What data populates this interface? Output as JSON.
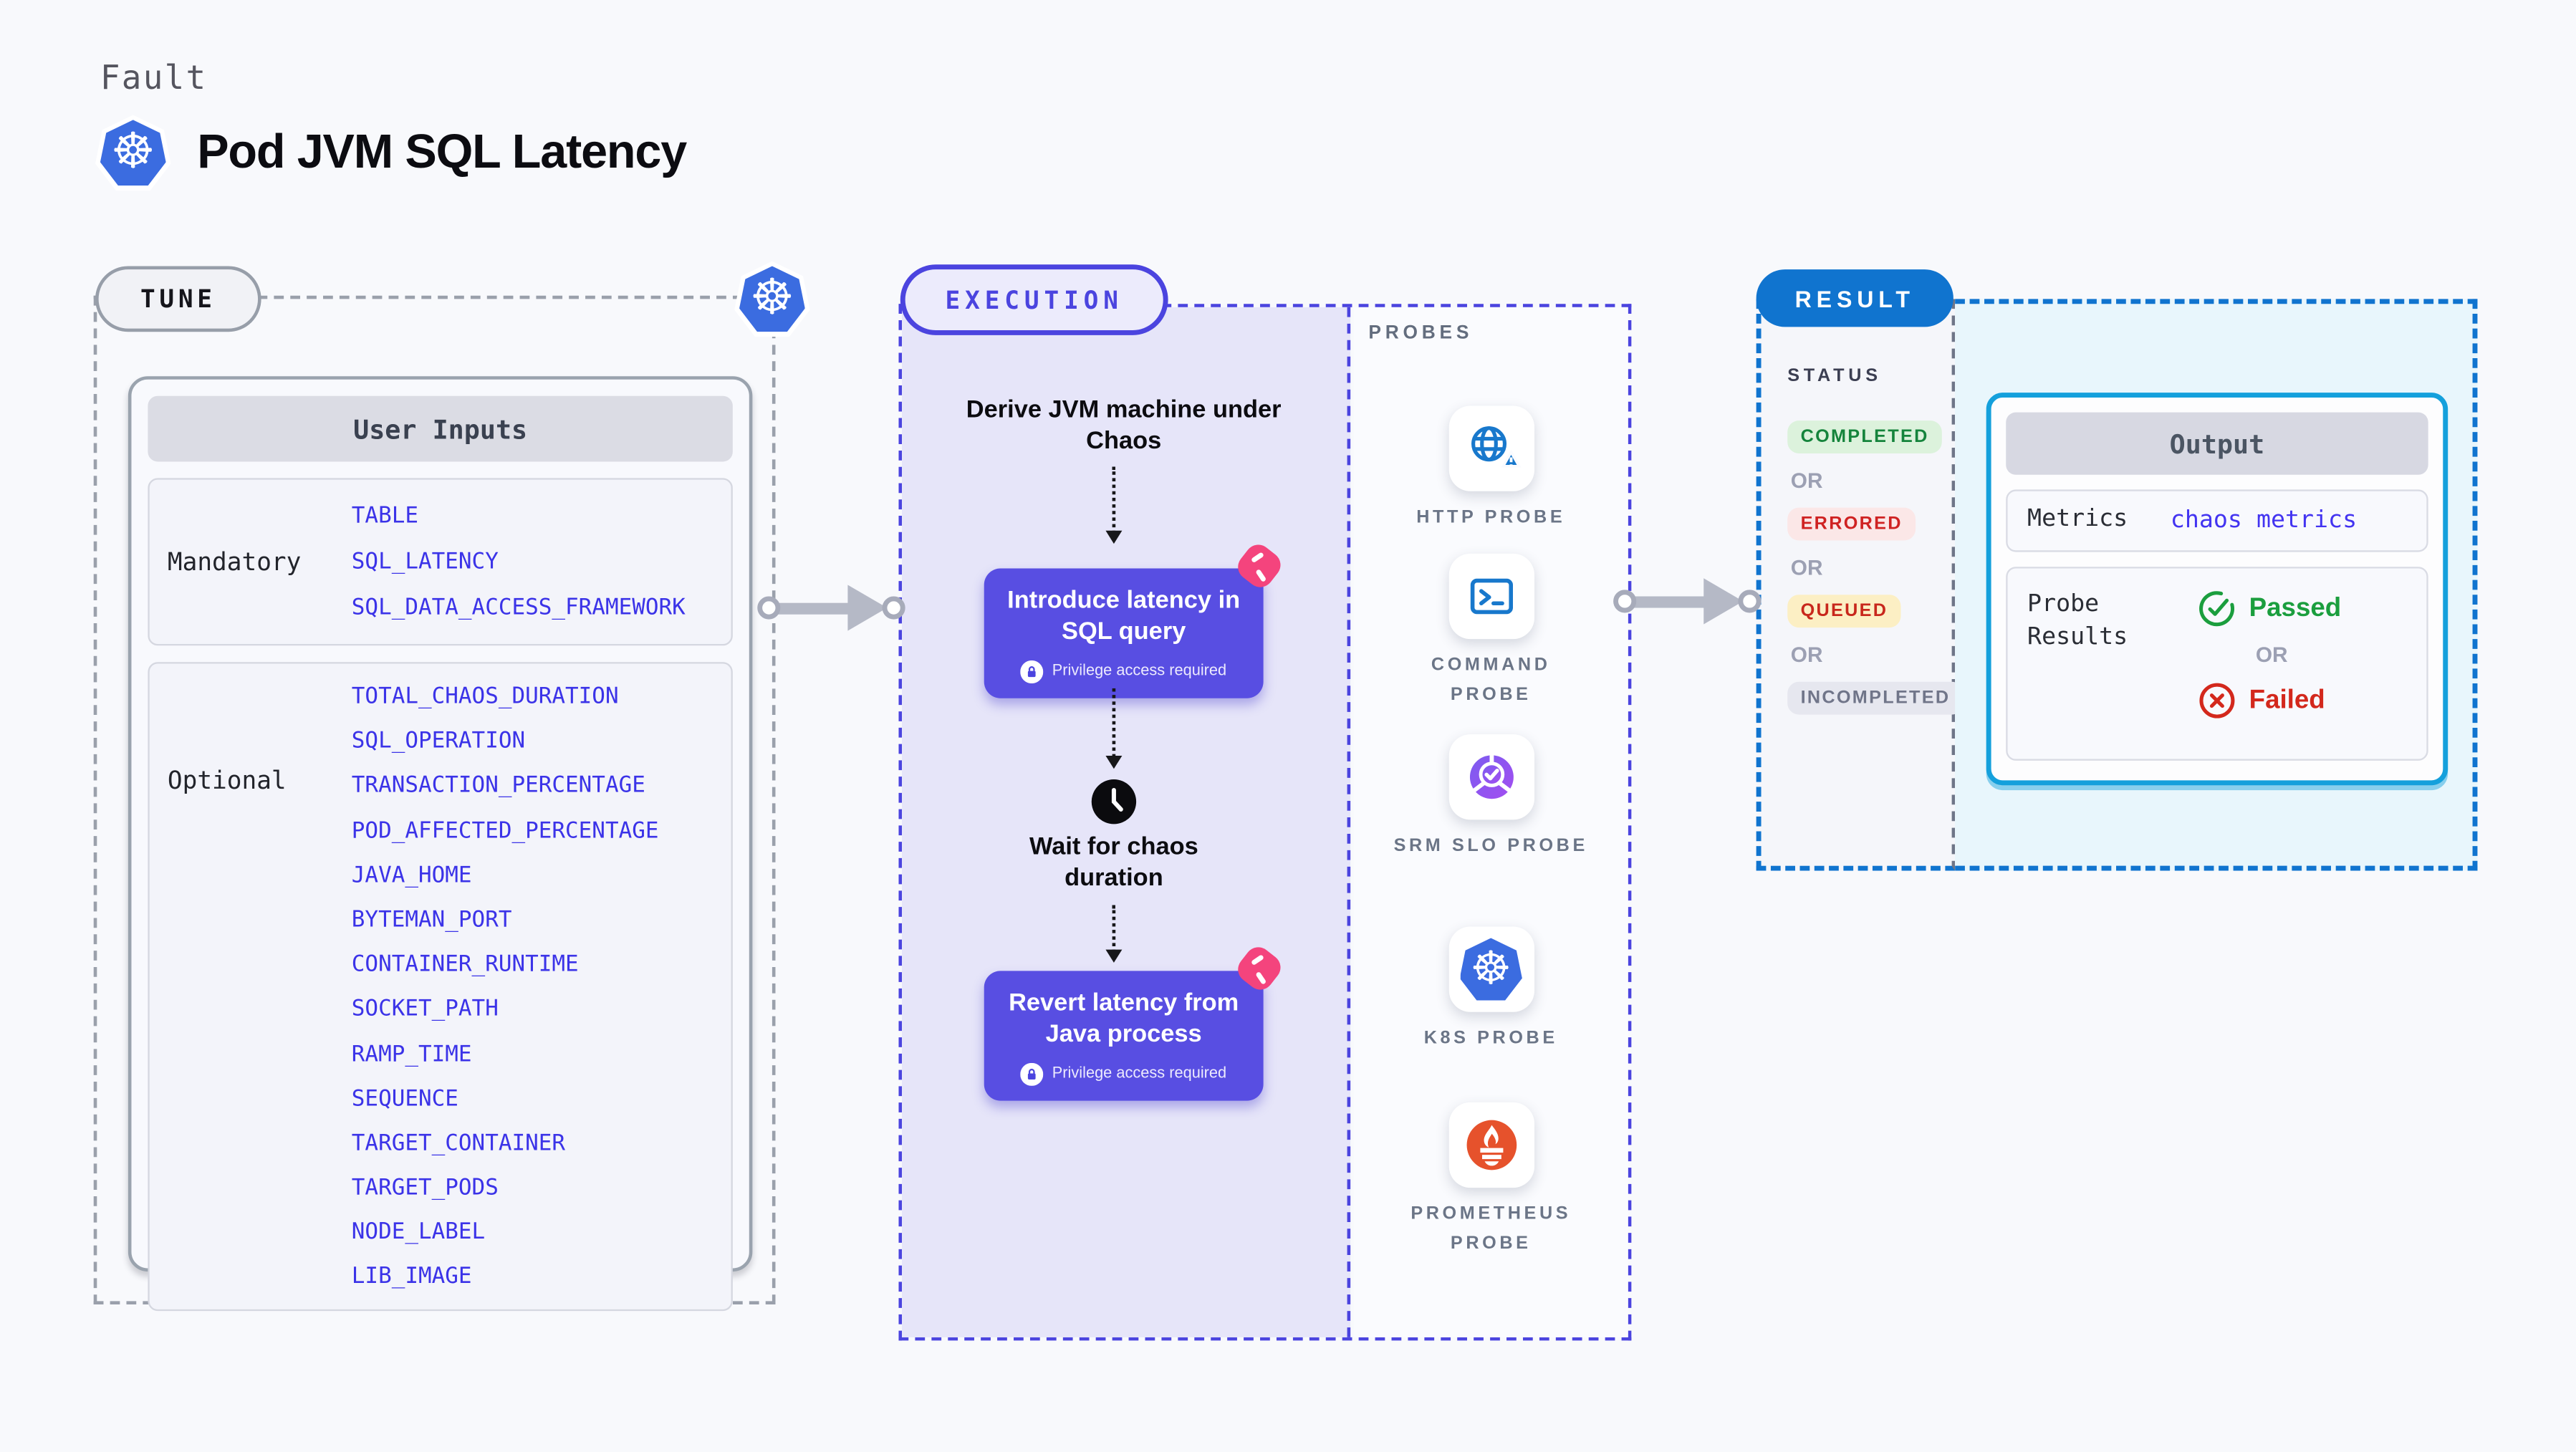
{
  "page": {
    "kicker": "Fault",
    "title": "Pod JVM SQL Latency"
  },
  "tune": {
    "badge": "TUNE",
    "card_title": "User Inputs",
    "groups": [
      {
        "label": "Mandatory",
        "params": [
          "TABLE",
          "SQL_LATENCY",
          "SQL_DATA_ACCESS_FRAMEWORK"
        ]
      },
      {
        "label": "Optional",
        "params": [
          "TOTAL_CHAOS_DURATION",
          "SQL_OPERATION",
          "TRANSACTION_PERCENTAGE",
          "POD_AFFECTED_PERCENTAGE",
          "JAVA_HOME",
          "BYTEMAN_PORT",
          "CONTAINER_RUNTIME",
          "SOCKET_PATH",
          "RAMP_TIME",
          "SEQUENCE",
          "TARGET_CONTAINER",
          "TARGET_PODS",
          "NODE_LABEL",
          "LIB_IMAGE"
        ]
      }
    ]
  },
  "execution": {
    "badge": "EXECUTION",
    "steps": [
      {
        "type": "text",
        "label": "Derive JVM machine under Chaos"
      },
      {
        "type": "action",
        "label": "Introduce latency in SQL query",
        "note": "Privilege access required"
      },
      {
        "type": "wait",
        "label": "Wait for chaos duration"
      },
      {
        "type": "action",
        "label": "Revert latency from Java process",
        "note": "Privilege access required"
      }
    ]
  },
  "probes": {
    "heading": "PROBES",
    "items": [
      {
        "label": "HTTP PROBE",
        "icon": "globe-alert-icon"
      },
      {
        "label": "COMMAND PROBE",
        "icon": "terminal-icon"
      },
      {
        "label": "SRM SLO PROBE",
        "icon": "slo-donut-icon"
      },
      {
        "label": "K8S PROBE",
        "icon": "kubernetes-icon"
      },
      {
        "label": "PROMETHEUS PROBE",
        "icon": "prometheus-icon"
      }
    ]
  },
  "result": {
    "badge": "RESULT",
    "status_heading": "STATUS",
    "or_label": "OR",
    "statuses": [
      {
        "label": "COMPLETED",
        "color": "#15843c",
        "bg": "#dcf2dc"
      },
      {
        "label": "ERRORED",
        "color": "#cf2222",
        "bg": "#fbe7e7"
      },
      {
        "label": "QUEUED",
        "color": "#c8271c",
        "bg": "#fcefc4"
      },
      {
        "label": "INCOMPLETED",
        "color": "#707589",
        "bg": "#e6e7ef"
      }
    ],
    "output": {
      "title": "Output",
      "metrics_label": "Metrics",
      "metrics_value": "chaos metrics",
      "probe_results_label": "Probe Results",
      "passed": "Passed",
      "failed": "Failed"
    }
  },
  "colors": {
    "page_bg": "#f8f9fc",
    "accent_indigo": "#4b44df",
    "execution_bg": "#e6e5f9",
    "step_button": "#584ee2",
    "chaos_pink": "#f4447d",
    "k8s_blue": "#3b6ce0",
    "probe_icon_blue": "#1878cc",
    "srm_purple_from": "#7c5cf0",
    "srm_purple_to": "#a34df0",
    "prometheus_orange": "#e6522c",
    "result_blue": "#1074cf",
    "output_border_cyan": "#14a0dc",
    "output_zone_bg": "#e8f6fc",
    "param_blue": "#3b33e8",
    "passed_green": "#1b9e3e",
    "failed_red": "#d3281c",
    "arrow_gray": "#b5b9c6"
  }
}
